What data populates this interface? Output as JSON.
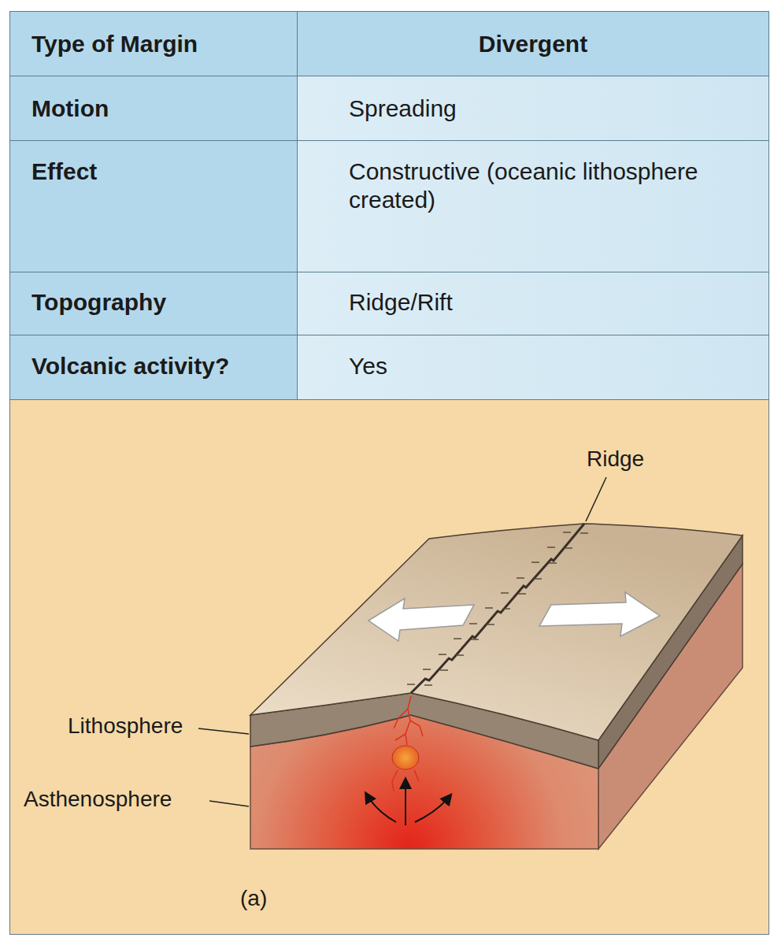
{
  "diagram": {
    "labels": [
      "Type of Margin",
      "Divergent",
      "Motion",
      "Spreading",
      "Effect",
      "Constructive (oceanic lithosphere created)",
      "Topography",
      "Ridge/Rift",
      "Volcanic activity?",
      "Yes",
      "Ridge",
      "Lithosphere",
      "Asthenosphere",
      "(a)"
    ]
  }
}
